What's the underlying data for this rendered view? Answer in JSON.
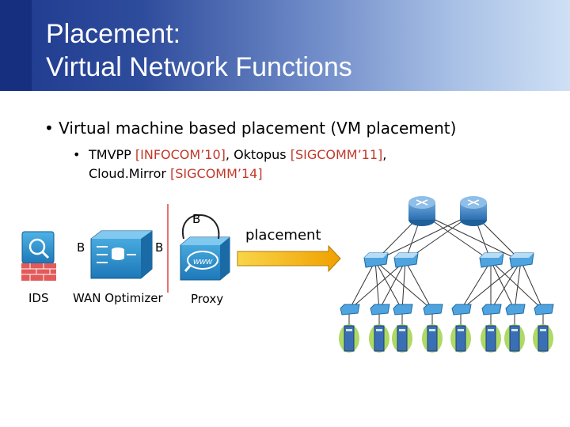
{
  "slide": {
    "title_line1": "Placement:",
    "title_line2": "Virtual Network Functions",
    "bullet_main": "Virtual machine based placement (VM placement)",
    "sub_bullet": {
      "part1": "TMVPP ",
      "ref1": "[INFOCOM’10]",
      "part2": ", Oktopus ",
      "ref2": "[SIGCOMM’11]",
      "part3": ",",
      "part4": "Cloud.Mirror ",
      "ref3": "[SIGCOMM’14]"
    }
  },
  "diagram": {
    "labels": {
      "ids": "IDS",
      "wan_optimizer": "WAN Optimizer",
      "proxy": "Proxy",
      "placement": "placement",
      "b_left": "B",
      "b_mid": "B",
      "b_top": "B",
      "proxy_badge": "www"
    },
    "colors": {
      "header_dark": "#1f3a8f",
      "cisco_blue": "#2a8fd0",
      "arrow_fill": "#f5c400",
      "server_green": "#9fd24a",
      "separator_red": "#e57373"
    }
  }
}
